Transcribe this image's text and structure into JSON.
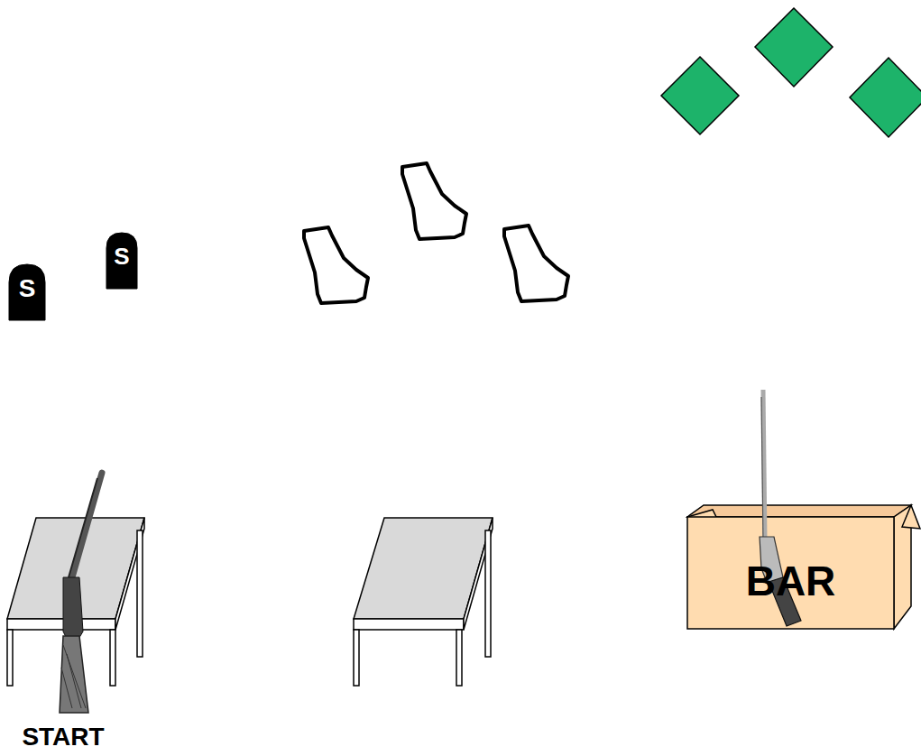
{
  "diagram": {
    "nodes": [
      {
        "text": [
          "S"
        ]
      },
      {
        "text": [
          "S"
        ]
      },
      {
        "text": [
          "START"
        ]
      },
      {
        "text": [
          "BAR"
        ]
      }
    ]
  }
}
